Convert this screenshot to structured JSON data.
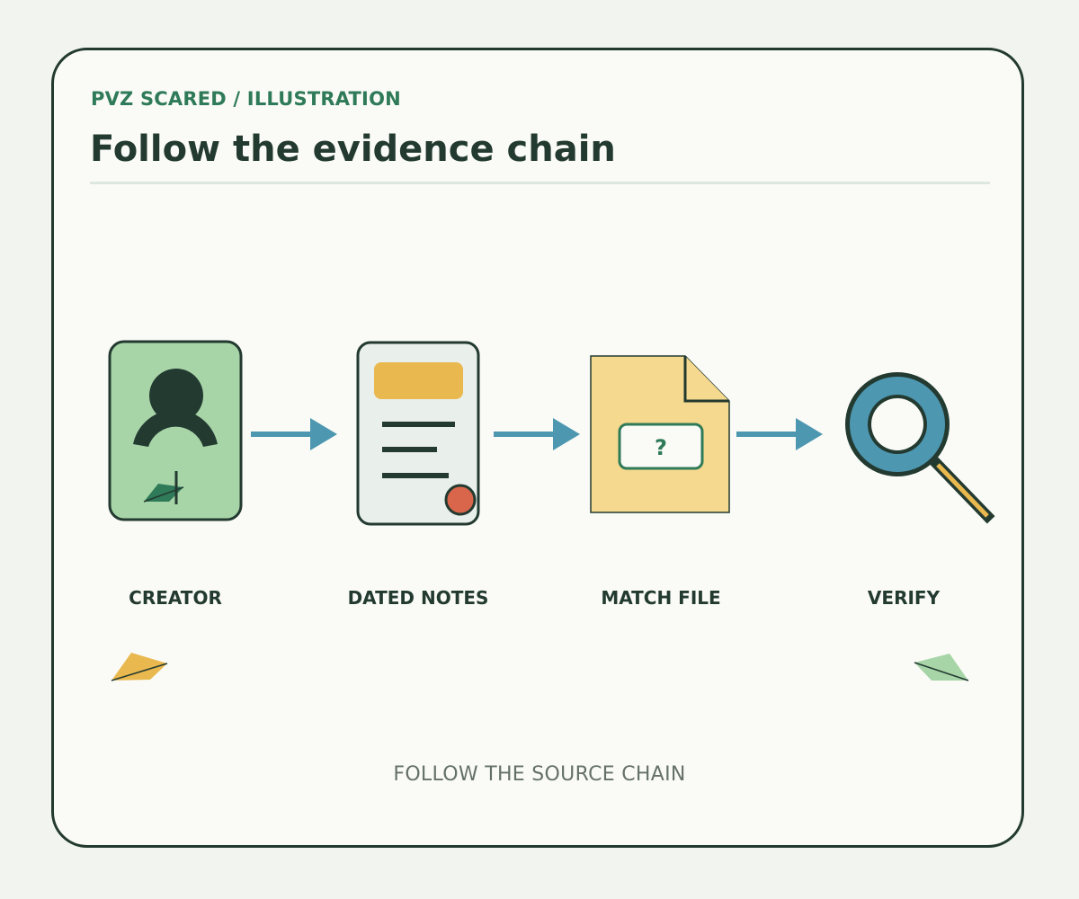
{
  "header": {
    "eyebrow": "PVZ SCARED / ILLUSTRATION",
    "title": "Follow the evidence chain"
  },
  "steps": [
    {
      "label": "CREATOR",
      "icon": "creator-card-icon"
    },
    {
      "label": "DATED NOTES",
      "icon": "dated-notes-icon"
    },
    {
      "label": "MATCH FILE",
      "icon": "match-file-icon"
    },
    {
      "label": "VERIFY",
      "icon": "magnifier-icon"
    }
  ],
  "match_file_mark": "?",
  "footer": "FOLLOW THE SOURCE CHAIN",
  "colors": {
    "dark": "#233a31",
    "green": "#2f7a58",
    "light_green": "#a8d5a8",
    "yellow": "#e9b84e",
    "paper_yellow": "#f5d98e",
    "blue": "#4d97b1",
    "red": "#d9664a",
    "paper_gray": "#e9efea"
  }
}
